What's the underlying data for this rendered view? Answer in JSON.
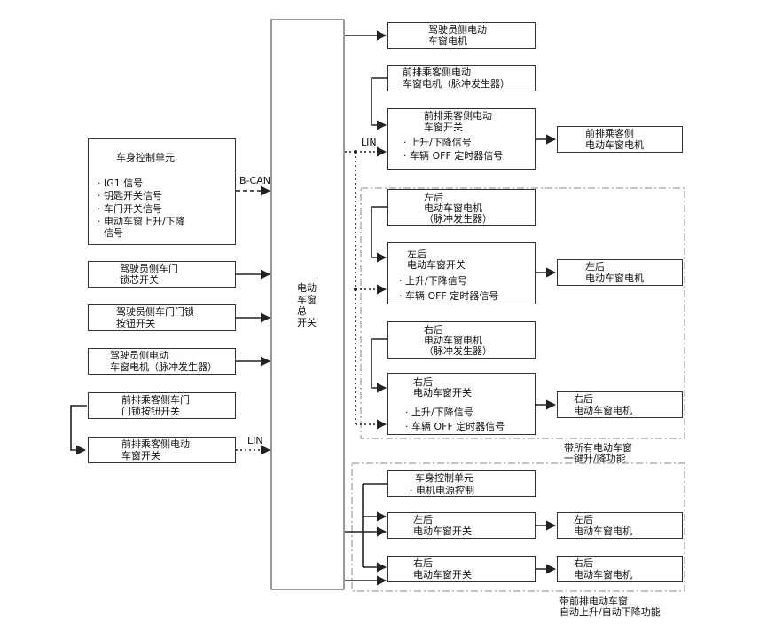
{
  "center": {
    "label_lines": [
      "电动",
      "车窗",
      "总",
      "开关"
    ]
  },
  "left": {
    "bcm": {
      "title": "车身控制单元",
      "items": [
        "· IG1 信号",
        "· 钥匙开关信号",
        "· 车门开关信号",
        "· 电动车窗上升/下降",
        "  信号"
      ]
    },
    "driver_lock_core": [
      "驾驶员侧车门",
      "锁芯开关"
    ],
    "driver_lock_btn": [
      "驾驶员侧车门门锁",
      "按钮开关"
    ],
    "driver_motor": [
      "驾驶员侧电动",
      "车窗电机（脉冲发生器）"
    ],
    "pass_lock_btn": [
      "前排乘客侧车门",
      "门锁按钮开关"
    ],
    "pass_switch": [
      "前排乘客侧电动",
      "车窗开关"
    ]
  },
  "labels": {
    "bcan": "B-CAN",
    "lin_left": "LIN",
    "lin_right": "LIN"
  },
  "right": {
    "driver_motor": [
      "驾驶员侧电动",
      "车窗电机"
    ],
    "pass_motor_pulse": [
      "前排乘客侧电动",
      "车窗电机（脉冲发生器）"
    ],
    "pass_switch": [
      "前排乘客侧电动",
      "车窗开关",
      "· 上升/下降信号",
      "· 车辆 OFF 定时器信号"
    ],
    "pass_motor": [
      "前排乘客侧",
      "电动车窗电机"
    ],
    "group1": {
      "caption": [
        "带所有电动车窗",
        "一键升/降功能"
      ],
      "lr_motor_pulse": [
        "左后",
        "电动车窗电机",
        "（脉冲发生器）"
      ],
      "lr_switch": [
        "左后",
        "电动车窗开关",
        "· 上升/下降信号",
        "· 车辆 OFF 定时器信号"
      ],
      "lr_motor": [
        "左后",
        "电动车窗电机"
      ],
      "rr_motor_pulse": [
        "右后",
        "电动车窗电机",
        "（脉冲发生器）"
      ],
      "rr_switch": [
        "右后",
        "电动车窗开关",
        "· 上升/下降信号",
        "· 车辆 OFF 定时器信号"
      ],
      "rr_motor": [
        "右后",
        "电动车窗电机"
      ]
    },
    "group2": {
      "caption": [
        "带前排电动车窗",
        "自动上升/自动下降功能"
      ],
      "bcm": [
        "车身控制单元",
        "· 电机电源控制"
      ],
      "lr_switch": [
        "左后",
        "电动车窗开关"
      ],
      "lr_motor": [
        "左后",
        "电动车窗电机"
      ],
      "rr_switch": [
        "右后",
        "电动车窗开关"
      ],
      "rr_motor": [
        "右后",
        "电动车窗电机"
      ]
    }
  },
  "colors": {
    "line": "#222222",
    "dash_box": "#888888"
  }
}
